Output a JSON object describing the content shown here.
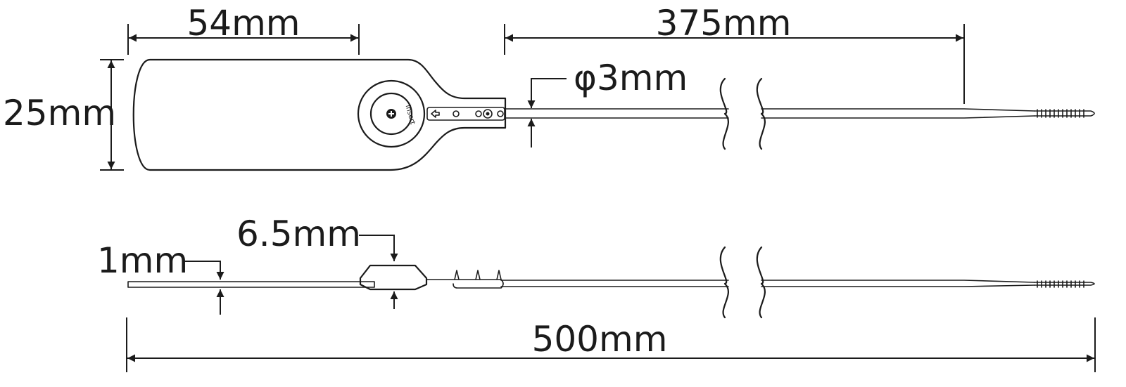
{
  "labels": {
    "width_tag": "54mm",
    "tail_length": "375mm",
    "diameter": "φ3mm",
    "height_tag": "25mm",
    "head_thickness": "6.5mm",
    "tag_thickness": "1mm",
    "total_length": "500mm",
    "insert": "insert"
  },
  "icons": [
    "plus-icon",
    "arrow-left-icon"
  ],
  "colors": {
    "line": "#1b1b1b",
    "background": "#ffffff"
  }
}
